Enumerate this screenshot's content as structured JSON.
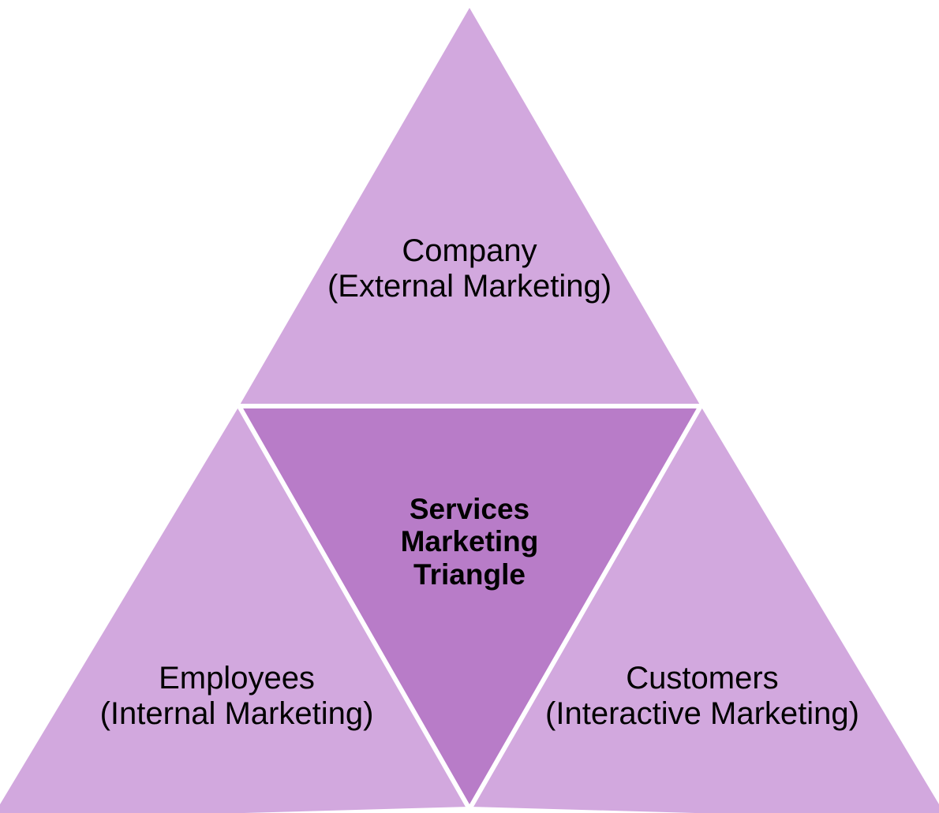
{
  "diagram": {
    "type": "triangle-framework",
    "title": "Services Marketing Triangle",
    "colors": {
      "outer_fill": "#D2A8DE",
      "inner_fill": "#B87CC8",
      "separator": "#FFFFFF",
      "background": "#FFFFFF",
      "text": "#000000"
    },
    "regions": {
      "top": {
        "name": "Company",
        "label": "Company\n(External Marketing)",
        "heading": "Company",
        "subheading": "(External Marketing)",
        "fill": "#D2A8DE"
      },
      "bottom_left": {
        "name": "Employees",
        "label": "Employees\n(Internal Marketing)",
        "heading": "Employees",
        "subheading": "(Internal Marketing)",
        "fill": "#D2A8DE"
      },
      "bottom_right": {
        "name": "Customers",
        "label": "Customers\n(Interactive Marketing)",
        "heading": "Customers",
        "subheading": "(Interactive Marketing)",
        "fill": "#D2A8DE"
      },
      "center": {
        "name": "Services Marketing Triangle",
        "label": "Services\nMarketing\nTriangle",
        "fill": "#B87CC8"
      }
    }
  }
}
